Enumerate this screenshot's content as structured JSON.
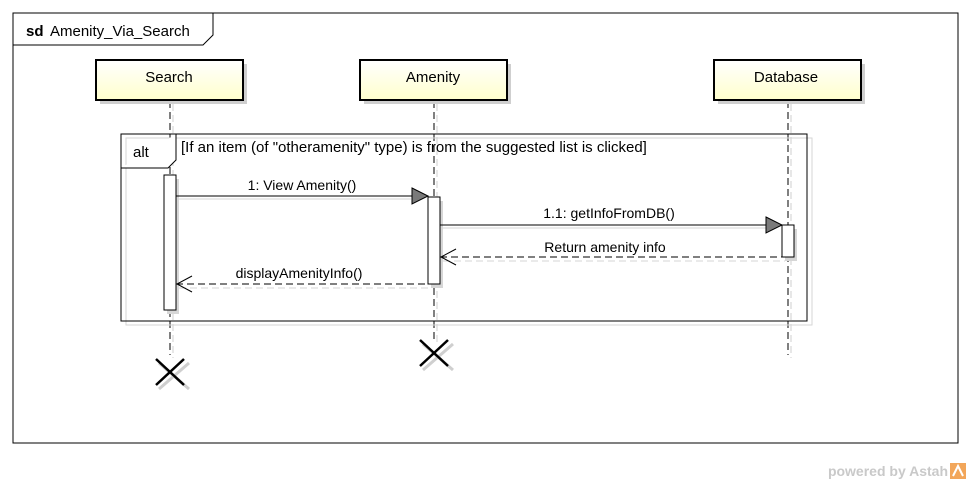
{
  "diagram": {
    "frame_keyword": "sd",
    "frame_name": "Amenity_Via_Search",
    "lifelines": [
      {
        "name": "Search"
      },
      {
        "name": "Amenity"
      },
      {
        "name": "Database"
      }
    ],
    "fragment": {
      "operator": "alt",
      "guard": "[If an item (of \"otheramenity\" type) is from the suggested list is clicked]"
    },
    "messages": [
      {
        "label": "1: View Amenity()",
        "kind": "synchronous"
      },
      {
        "label": "1.1: getInfoFromDB()",
        "kind": "synchronous"
      },
      {
        "label": "Return amenity info",
        "kind": "reply"
      },
      {
        "label": "displayAmenityInfo()",
        "kind": "reply"
      }
    ]
  },
  "watermark": {
    "text": "powered by Astah"
  },
  "colors": {
    "lifeline_head_fill": "#ffffd6",
    "line": "#000000",
    "shadow": "#cfcfcf",
    "arrowhead_fill": "#7a7a7a",
    "watermark": "#c9c9c9",
    "logo_accent": "#f2a65a"
  }
}
